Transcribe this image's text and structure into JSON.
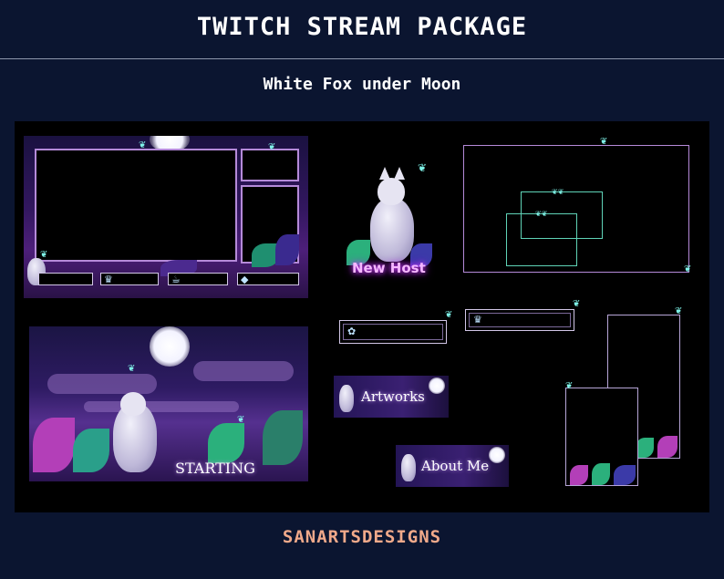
{
  "header": {
    "title": "TWITCH STREAM PACKAGE",
    "subtitle": "White Fox under Moon"
  },
  "footer": {
    "brand": "SANARTSDESIGNS"
  },
  "panels": {
    "starting_label": "STARTING",
    "new_host_label": "New Host",
    "artworks_label": "Artworks",
    "about_me_label": "About Me"
  },
  "icons": {
    "moon": "moon-icon",
    "fox": "fox-icon",
    "butterfly": "butterfly-icon",
    "crown": "crown-icon",
    "gem": "gem-icon",
    "cup": "cup-icon",
    "paw": "paw-icon"
  },
  "colors": {
    "background": "#0b1530",
    "title": "#ffffff",
    "footer": "#f0a98a",
    "frame_purple": "#b58ad9",
    "frame_teal": "#5fd3b7",
    "glow_pink": "#d03fff"
  }
}
